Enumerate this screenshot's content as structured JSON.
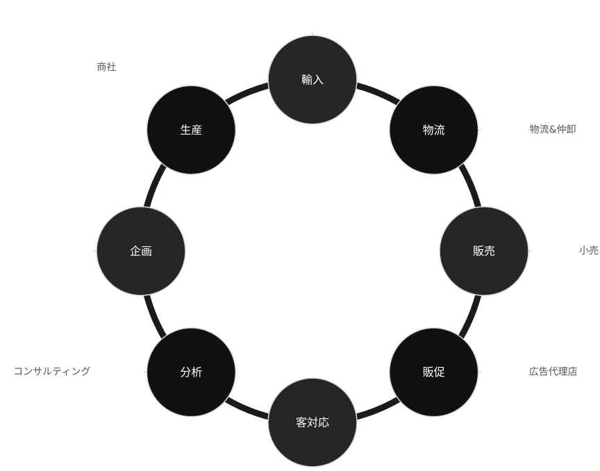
{
  "colors": {
    "ring": "#1b1b1b",
    "node_dark": "#111111",
    "node_mid": "#262626",
    "node_border": "#d9d9d9",
    "connector": "#b9b9b9",
    "outer_text": "#555555"
  },
  "nodes": [
    {
      "id": "import",
      "label": "輸入",
      "tone": "mid"
    },
    {
      "id": "logistics",
      "label": "物流",
      "tone": "dark"
    },
    {
      "id": "sales",
      "label": "販売",
      "tone": "mid"
    },
    {
      "id": "promotion",
      "label": "販促",
      "tone": "dark"
    },
    {
      "id": "customer",
      "label": "客対応",
      "tone": "mid"
    },
    {
      "id": "analysis",
      "label": "分析",
      "tone": "dark"
    },
    {
      "id": "planning",
      "label": "企画",
      "tone": "mid"
    },
    {
      "id": "production",
      "label": "生産",
      "tone": "dark"
    }
  ],
  "outer_labels": [
    {
      "id": "trading",
      "label": "商社",
      "node": "production"
    },
    {
      "id": "wholesale",
      "label": "物流&仲卸",
      "node": "logistics"
    },
    {
      "id": "retail",
      "label": "小売",
      "node": "sales"
    },
    {
      "id": "advertising",
      "label": "広告代理店",
      "node": "promotion"
    },
    {
      "id": "consulting",
      "label": "コンサルティング",
      "node": "analysis"
    }
  ]
}
